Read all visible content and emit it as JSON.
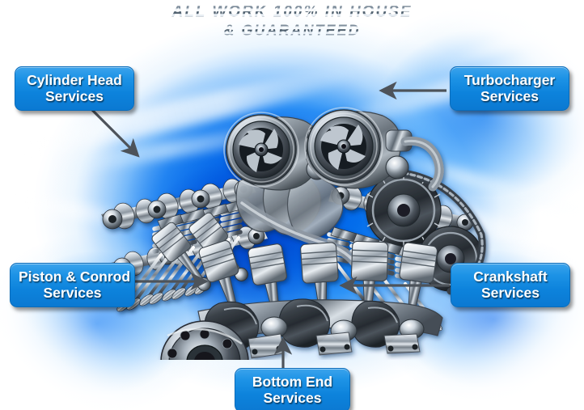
{
  "headline": {
    "line1": "ALL WORK 100% IN HOUSE",
    "line2": "& GUARANTEED"
  },
  "labels": [
    {
      "id": "cylinder-head",
      "line1": "Cylinder Head",
      "line2": "Services"
    },
    {
      "id": "turbocharger",
      "line1": "Turbocharger",
      "line2": "Services"
    },
    {
      "id": "piston-conrod",
      "line1": "Piston & Conrod",
      "line2": "Services"
    },
    {
      "id": "crankshaft",
      "line1": "Crankshaft",
      "line2": "Services"
    },
    {
      "id": "bottom-end",
      "line1": "Bottom End",
      "line2": "Services"
    }
  ],
  "colors": {
    "label_blue_top": "#3ba3ec",
    "label_blue_bottom": "#0b79d2",
    "label_text": "#ffffff",
    "arrow": "#4a4f55",
    "background_blue": "#0076f0",
    "background_white": "#ffffff",
    "engine_metal": "#b9c3cc"
  },
  "graphic": {
    "subject": "v-engine-cutaway",
    "description": "Chrome V-configuration twin-turbo engine cutaway with camshafts, valve springs, pistons, connecting rods and crankshaft"
  },
  "arrows": [
    {
      "name": "arrow-cylinder-head",
      "from_label": "cylinder-head",
      "direction": "down-right"
    },
    {
      "name": "arrow-turbocharger",
      "from_label": "turbocharger",
      "direction": "left"
    },
    {
      "name": "arrow-piston-conrod",
      "from_label": "piston-conrod",
      "direction": "right"
    },
    {
      "name": "arrow-crankshaft",
      "from_label": "crankshaft",
      "direction": "left"
    },
    {
      "name": "arrow-bottom-end",
      "from_label": "bottom-end",
      "direction": "up"
    }
  ]
}
